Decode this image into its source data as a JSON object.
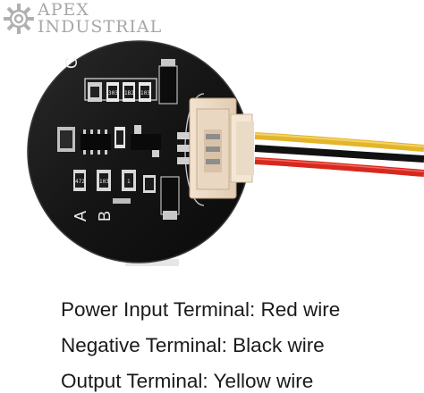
{
  "logo": {
    "line1": "APEX",
    "line2": "INDUSTRIAL",
    "color": "#a8a8a8"
  },
  "board": {
    "silkscreen_labels": [
      "C",
      "B",
      "A"
    ],
    "component_markings": [
      "303",
      "1B2",
      "103",
      "472",
      "103",
      "1"
    ],
    "pcb_color": "#151515",
    "wire_colors": [
      "#e3b52a",
      "#111111",
      "#d8281e"
    ]
  },
  "captions": [
    "Power Input Terminal: Red wire",
    "Negative Terminal: Black wire",
    "Output Terminal: Yellow wire"
  ]
}
